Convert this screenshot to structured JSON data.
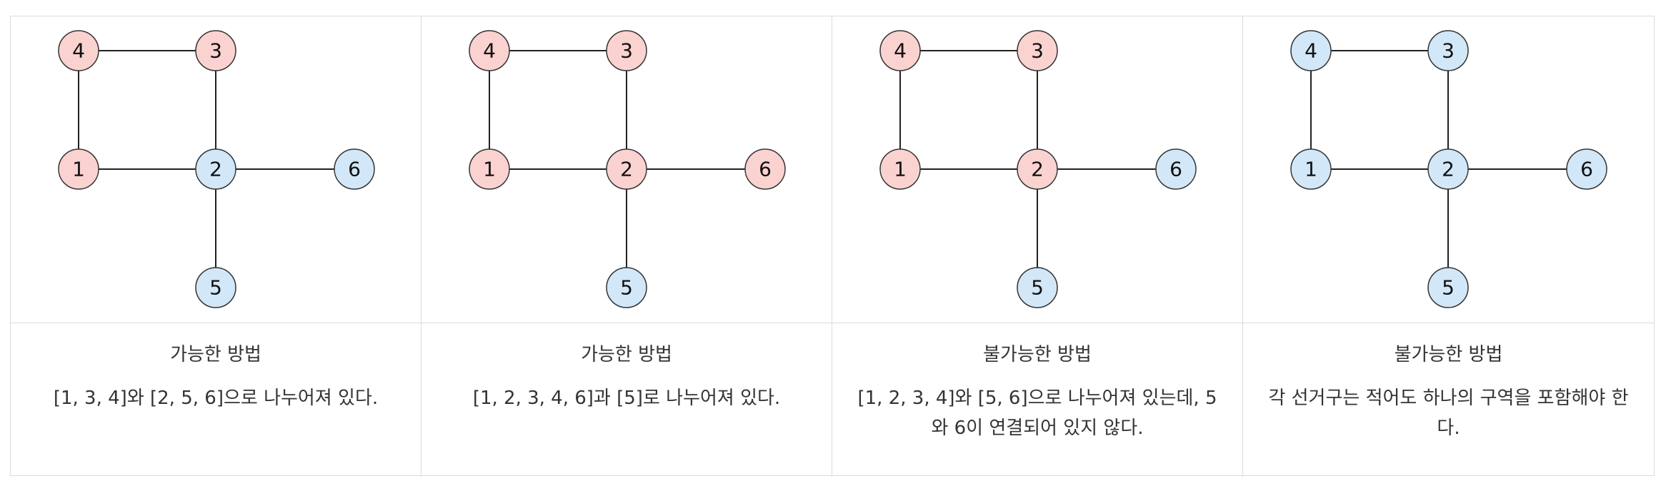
{
  "colors": {
    "red": "#fad2d0",
    "blue": "#d2e7f7"
  },
  "graph": {
    "nodes": [
      {
        "id": 1,
        "label": "1"
      },
      {
        "id": 2,
        "label": "2"
      },
      {
        "id": 3,
        "label": "3"
      },
      {
        "id": 4,
        "label": "4"
      },
      {
        "id": 5,
        "label": "5"
      },
      {
        "id": 6,
        "label": "6"
      }
    ],
    "edges": [
      [
        4,
        3
      ],
      [
        4,
        1
      ],
      [
        3,
        2
      ],
      [
        1,
        2
      ],
      [
        2,
        6
      ],
      [
        2,
        5
      ]
    ]
  },
  "panels": [
    {
      "title": "가능한 방법",
      "description": "[1, 3, 4]와 [2, 5, 6]으로 나누어져 있다.",
      "node_colors": {
        "1": "red",
        "2": "blue",
        "3": "red",
        "4": "red",
        "5": "blue",
        "6": "blue"
      }
    },
    {
      "title": "가능한 방법",
      "description": "[1, 2, 3, 4, 6]과 [5]로 나누어져 있다.",
      "node_colors": {
        "1": "red",
        "2": "red",
        "3": "red",
        "4": "red",
        "5": "blue",
        "6": "red"
      }
    },
    {
      "title": "불가능한 방법",
      "description": "[1, 2, 3, 4]와 [5, 6]으로 나누어져 있는데, 5와 6이 연결되어 있지 않다.",
      "node_colors": {
        "1": "red",
        "2": "red",
        "3": "red",
        "4": "red",
        "5": "blue",
        "6": "blue"
      }
    },
    {
      "title": "불가능한 방법",
      "description": "각 선거구는 적어도 하나의 구역을 포함해야 한다.",
      "node_colors": {
        "1": "blue",
        "2": "blue",
        "3": "blue",
        "4": "blue",
        "5": "blue",
        "6": "blue"
      }
    }
  ]
}
